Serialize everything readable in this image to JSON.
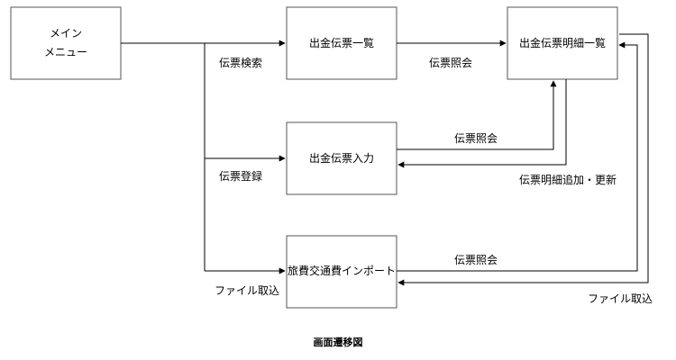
{
  "nodes": {
    "main_menu": {
      "line1": "メイン",
      "line2": "メニュー"
    },
    "withdrawal_list": "出金伝票一覧",
    "withdrawal_detail_list": "出金伝票明細一覧",
    "withdrawal_input": "出金伝票入力",
    "travel_import": "旅費交通費インポート"
  },
  "edges": {
    "voucher_search": "伝票検索",
    "voucher_register": "伝票登録",
    "file_import_left": "ファイル取込",
    "inquiry_top": "伝票照会",
    "inquiry_middle": "伝票照会",
    "detail_add_update": "伝票明細追加・更新",
    "inquiry_bottom": "伝票照会",
    "file_import_right": "ファイル取込"
  },
  "caption": "画面遷移図"
}
